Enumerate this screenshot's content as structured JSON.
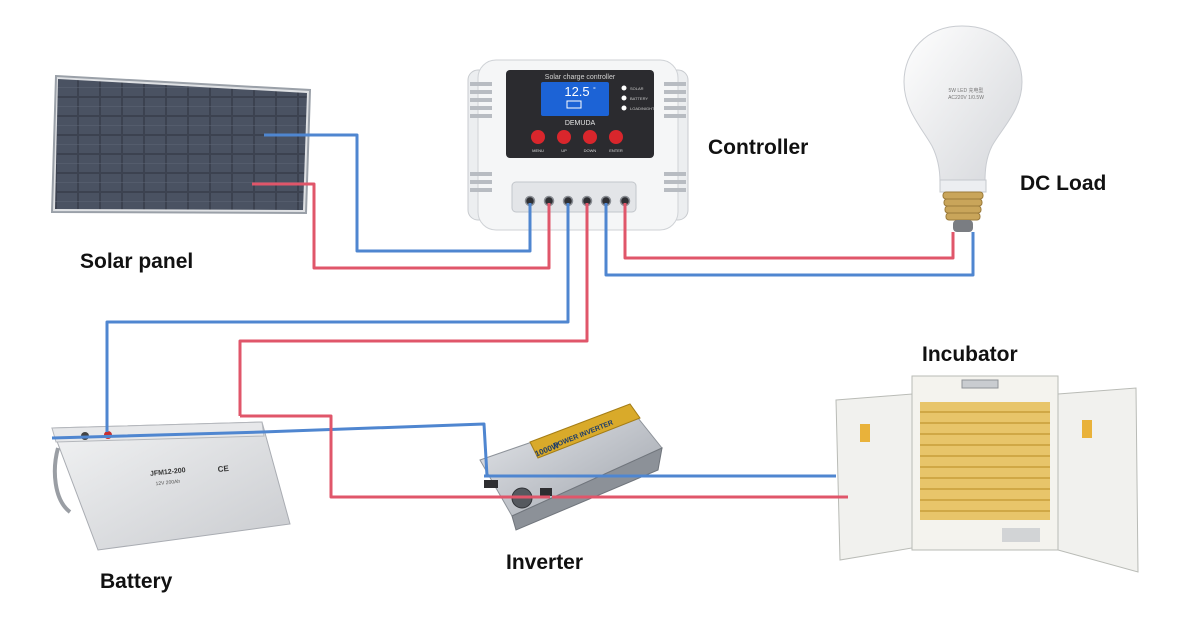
{
  "labels": {
    "solar_panel": "Solar panel",
    "controller": "Controller",
    "dc_load": "DC Load",
    "battery": "Battery",
    "inverter": "Inverter",
    "incubator": "Incubator"
  },
  "controller_device": {
    "title": "Solar charge controller",
    "brand": "DEMUDA",
    "display_value": "12.5",
    "display_unit": "°",
    "indicator_labels": [
      "SOLAR",
      "BATTERY",
      "LOAD/NIGHT"
    ],
    "button_labels": [
      "MENU",
      "UP",
      "DOWN",
      "ENTER"
    ]
  },
  "bulb": {
    "print": "5W LED 充电型",
    "print2": "AC220V 1/0.5W"
  },
  "battery_device": {
    "model": "JFM12-200",
    "line2": "12V 200Ah",
    "ce": "CE"
  },
  "inverter_device": {
    "model": "1000W",
    "brand": "POWER INVERTER"
  },
  "colors": {
    "positive_wire": "#e0566a",
    "negative_wire": "#4f86d0"
  }
}
